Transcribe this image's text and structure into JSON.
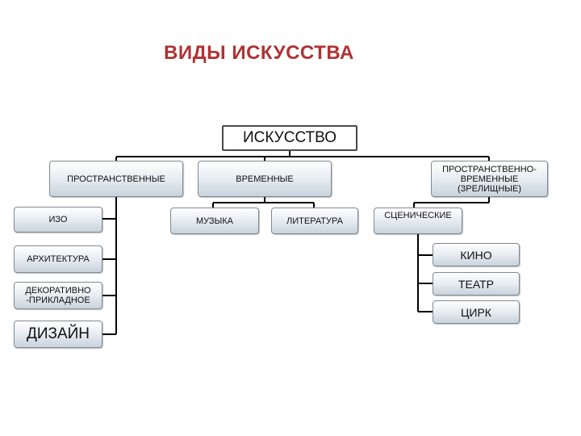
{
  "title": "ВИДЫ ИСКУССТВА",
  "nodes": {
    "root": "ИСКУССТВО",
    "spatial": "ПРОСТРАНСТВЕННЫЕ",
    "temporal": "ВРЕМЕННЫЕ",
    "spatiotemporal": "ПРОСТРАНСТВЕННО-\nВРЕМЕННЫЕ\n(ЗРЕЛИЩНЫЕ)",
    "izo": "ИЗО",
    "architecture": "АРХИТЕКТУРА",
    "decorative": "ДЕКОРАТИВНО\n-ПРИКЛАДНОЕ",
    "design": "ДИЗАЙН",
    "music": "МУЗЫКА",
    "literature": "ЛИТЕРАТУРА",
    "stage": "СЦЕНИЧЕСКИЕ",
    "cinema": "КИНО",
    "theatre": "ТЕАТР",
    "circus": "ЦИРК"
  }
}
